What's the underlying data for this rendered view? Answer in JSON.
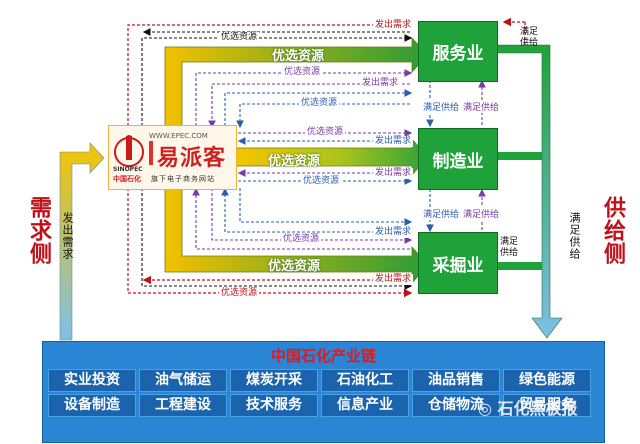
{
  "sides": {
    "demand": "需求侧",
    "supply": "供给侧"
  },
  "nodes": {
    "service": "服务业",
    "manufacturing": "制造业",
    "mining": "采掘业"
  },
  "logo": {
    "url": "WWW.EPEC.COM",
    "name": "易派客",
    "company": "中国石化",
    "subtitle": "旗下电子商务网站",
    "brand_letters": "SINOPEC",
    "brand_cn": "中国石化"
  },
  "labels": {
    "issue_demand": "发出需求",
    "preferred_resources": "优选资源",
    "meet_supply": "满足供给",
    "issue_demand_vertical": "发出需求",
    "meet_supply_vertical": "满足供给",
    "meet_supply_short1": "满足",
    "meet_supply_short2": "供给"
  },
  "chain": {
    "title": "中国石化产业链",
    "rows": [
      [
        "实业投资",
        "油气储运",
        "煤炭开采",
        "石油化工",
        "油品销售",
        "绿色能源"
      ],
      [
        "设备制造",
        "工程建设",
        "技术服务",
        "信息产业",
        "仓储物流",
        "贸易服务"
      ]
    ]
  },
  "watermark": "石化黑板报",
  "colors": {
    "green": "#1fa23a",
    "yellow": "#f5c400",
    "blue": "#2b85d5",
    "red": "#c0101a"
  }
}
